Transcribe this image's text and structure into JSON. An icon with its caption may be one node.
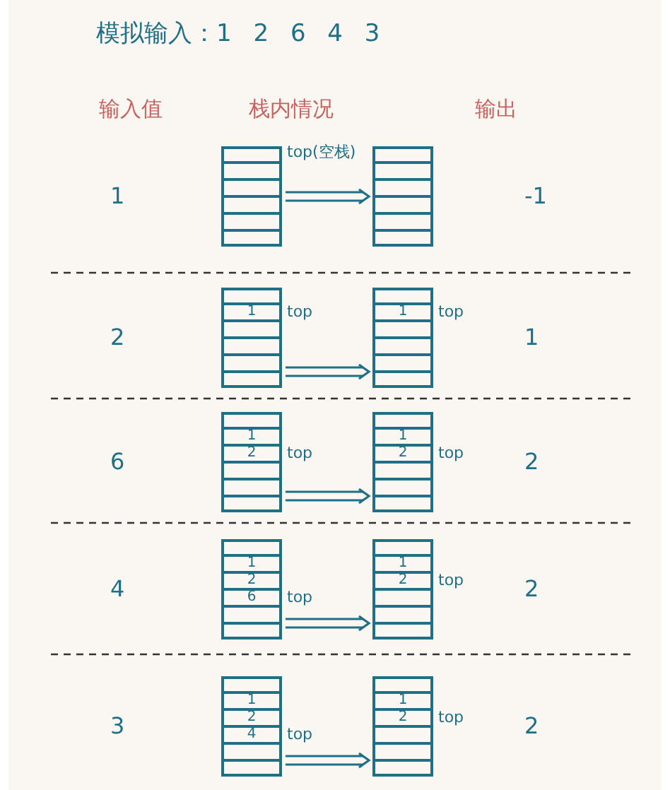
{
  "diagram": {
    "title": "模拟输入：1 2 6 4 3",
    "nodes": [
      {
        "text": [],
        "shape": "box",
        "beside": [
          "top(空栈)"
        ]
      },
      {
        "text": [],
        "shape": "box"
      },
      {
        "text": [
          "1"
        ],
        "beside": [
          "top"
        ]
      },
      {
        "text": [
          "1"
        ],
        "beside": [
          "top"
        ]
      },
      {
        "text": [
          "1",
          "2"
        ],
        "beside": [
          "top"
        ]
      },
      {
        "text": [
          "1",
          "2"
        ],
        "beside": [
          "top"
        ]
      },
      {
        "text": [
          "1",
          "2",
          "6"
        ],
        "beside": [
          "top"
        ]
      },
      {
        "text": [
          "1",
          "2"
        ],
        "beside": [
          "top"
        ]
      },
      {
        "text": [
          "1",
          "2",
          "4"
        ],
        "beside": [
          "top"
        ]
      },
      {
        "text": [
          "1",
          "2"
        ],
        "beside": [
          "top"
        ]
      }
    ],
    "edges": [
      {
        "from": 0,
        "to": 1,
        "arrow": "to"
      },
      {
        "from": 2,
        "to": 3,
        "arrow": "to"
      },
      {
        "from": 4,
        "to": 5,
        "arrow": "to"
      },
      {
        "from": 6,
        "to": 7,
        "arrow": "to"
      },
      {
        "from": 8,
        "to": 9,
        "arrow": "to"
      }
    ],
    "labels": [
      "输入值",
      "栈内情况",
      "输出",
      "1",
      "-1",
      "2",
      "1",
      "6",
      "2",
      "4",
      "2",
      "3",
      "2"
    ]
  }
}
